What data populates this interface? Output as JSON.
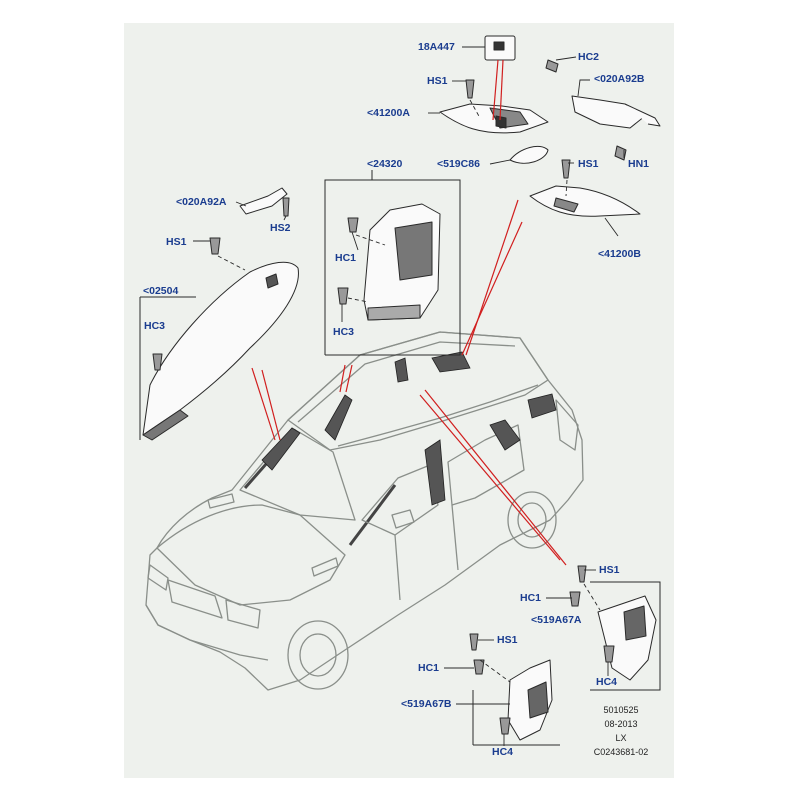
{
  "callouts": {
    "c_18a447": "18A447",
    "c_hs1_top": "HS1",
    "c_41200a": "<41200A",
    "c_hc2": "HC2",
    "c_020a92b": "<020A92B",
    "c_519c86": "<519C86",
    "c_hs1_right": "HS1",
    "c_hn1": "HN1",
    "c_41200b": "<41200B",
    "c_24320": "<24320",
    "c_hc1_b": "HC1",
    "c_hc3_b": "HC3",
    "c_020a92a": "<020A92A",
    "c_hs2": "HS2",
    "c_hs1_left": "HS1",
    "c_02504": "<02504",
    "c_hc3_left": "HC3",
    "c_hs1_d": "HS1",
    "c_hc1_d": "HC1",
    "c_519a67a": "<519A67A",
    "c_hc4_d": "HC4",
    "c_hs1_c": "HS1",
    "c_hc1_c": "HC1",
    "c_519a67b": "<519A67B",
    "c_hc4_c": "HC4"
  },
  "info_block": {
    "line1": "5010525",
    "line2": "08-2013",
    "line3": "LX",
    "line4": "C0243681-02"
  },
  "colors": {
    "background": "#eef1ed",
    "callout_text": "#1a3c8f",
    "leader_line": "#d11f1f",
    "outline": "#2a2a2a",
    "vehicle_line": "#8a8f8a"
  }
}
